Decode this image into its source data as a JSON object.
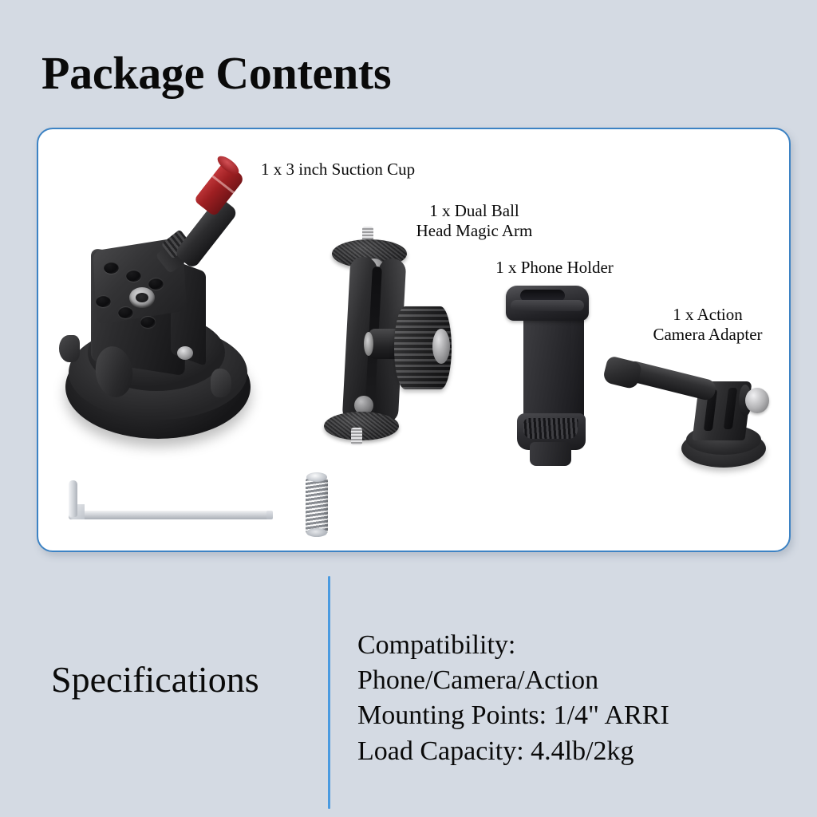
{
  "page": {
    "title": "Package Contents",
    "background_color": "#d4dae3",
    "accent_color": "#3d83c4",
    "divider_color": "#4a9ae0"
  },
  "contents": {
    "items": [
      {
        "label": "1 x 3 inch Suction Cup",
        "name": "suction-cup"
      },
      {
        "label": "1 x Dual Ball\nHead Magic Arm",
        "name": "dual-ball-head-magic-arm"
      },
      {
        "label": "1 x Phone Holder",
        "name": "phone-holder"
      },
      {
        "label": "1 x Action\nCamera Adapter",
        "name": "action-camera-adapter"
      }
    ],
    "accessories": [
      {
        "name": "hex-key"
      },
      {
        "name": "screw-stud"
      }
    ]
  },
  "specifications": {
    "heading": "Specifications",
    "lines": [
      "Compatibility:",
      "Phone/Camera/Action",
      "Mounting Points: 1/4\" ARRI",
      "Load Capacity: 4.4lb/2kg"
    ]
  }
}
